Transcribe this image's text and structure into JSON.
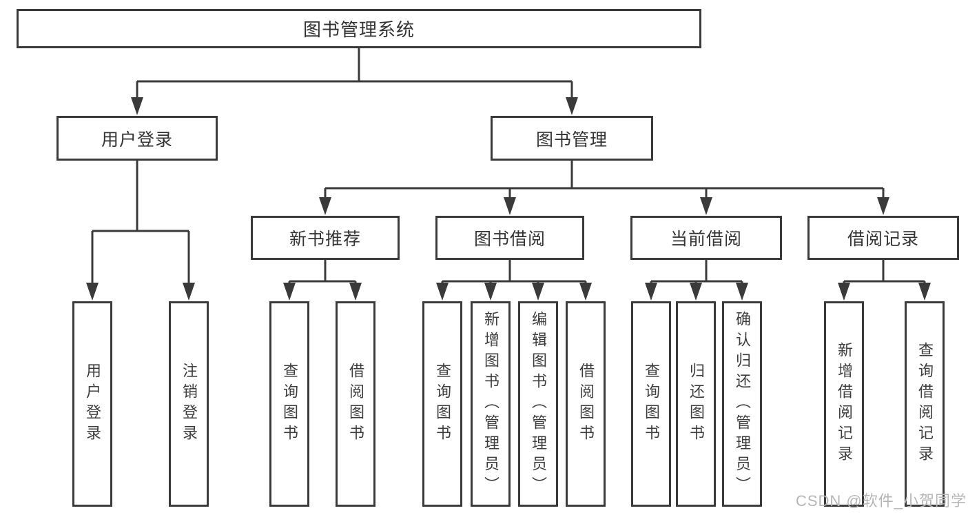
{
  "tree": {
    "root": {
      "label": "图书管理系统"
    },
    "user_branch": {
      "label": "用户登录",
      "leaves": [
        "用户登录",
        "注销登录"
      ]
    },
    "management_branch": {
      "label": "图书管理",
      "groups": [
        {
          "label": "新书推荐",
          "leaves": [
            "查询图书",
            "借阅图书"
          ]
        },
        {
          "label": "图书借阅",
          "leaves": [
            "查询图书",
            "新增图书（管理员）",
            "编辑图书（管理员）",
            "借阅图书"
          ]
        },
        {
          "label": "当前借阅",
          "leaves": [
            "查询图书",
            "归还图书",
            "确认归还（管理员）"
          ]
        },
        {
          "label": "借阅记录",
          "leaves": [
            "新增借阅记录",
            "查询借阅记录"
          ]
        }
      ]
    }
  },
  "watermark": "CSDN @软件_小贺同学",
  "colors": {
    "line": "#3a3a3a",
    "text": "#333333",
    "watermark": "#b5b5b5",
    "background": "#ffffff"
  }
}
